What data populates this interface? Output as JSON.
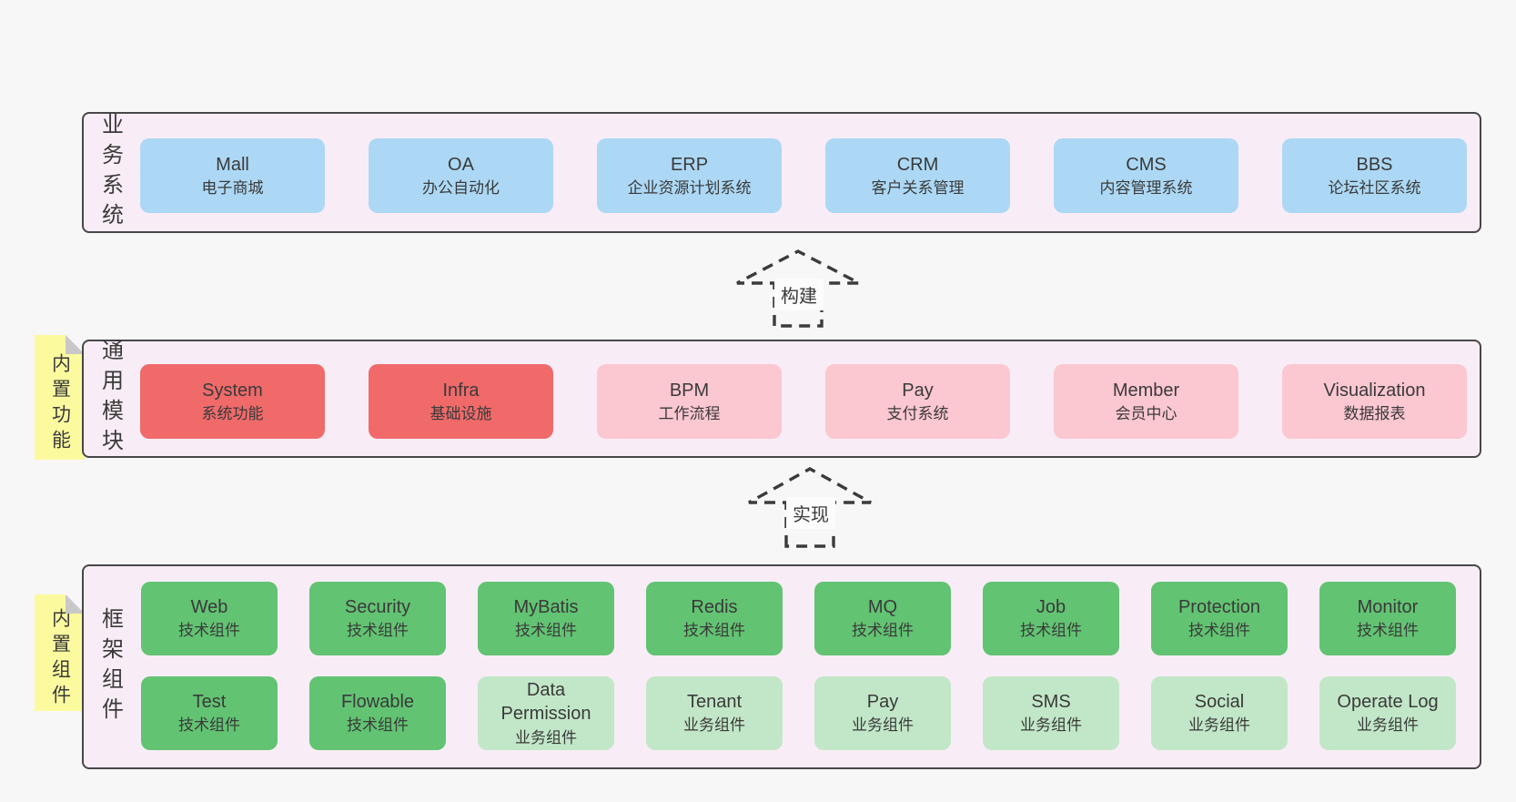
{
  "colors": {
    "page_background": "#f7f7f7",
    "layer_fill": "#f8edf6",
    "layer_border": "#474747",
    "box_blue": "#acd8f5",
    "box_red": "#f06a6a",
    "box_pink": "#fbc7d1",
    "box_green": "#62c372",
    "box_green_light": "#c2e7c8",
    "note_yellow": "#fcfa9f",
    "note_fold_gray": "#c8c8c8",
    "text_dark": "#3a3a3a"
  },
  "arrows": [
    {
      "label": "构建"
    },
    {
      "label": "实现"
    }
  ],
  "layers": [
    {
      "label": "业务系统",
      "boxes": [
        {
          "en": "Mall",
          "zh": "电子商城"
        },
        {
          "en": "OA",
          "zh": "办公自动化"
        },
        {
          "en": "ERP",
          "zh": "企业资源计划系统"
        },
        {
          "en": "CRM",
          "zh": "客户关系管理"
        },
        {
          "en": "CMS",
          "zh": "内容管理系统"
        },
        {
          "en": "BBS",
          "zh": "论坛社区系统"
        }
      ]
    },
    {
      "label": "通用模块",
      "note": "内置功能",
      "boxes": [
        {
          "en": "System",
          "zh": "系统功能"
        },
        {
          "en": "Infra",
          "zh": "基础设施"
        },
        {
          "en": "BPM",
          "zh": "工作流程"
        },
        {
          "en": "Pay",
          "zh": "支付系统"
        },
        {
          "en": "Member",
          "zh": "会员中心"
        },
        {
          "en": "Visualization",
          "zh": "数据报表"
        }
      ]
    },
    {
      "label": "框架组件",
      "note": "内置组件",
      "rows": [
        [
          {
            "en": "Web",
            "zh": "技术组件"
          },
          {
            "en": "Security",
            "zh": "技术组件"
          },
          {
            "en": "MyBatis",
            "zh": "技术组件"
          },
          {
            "en": "Redis",
            "zh": "技术组件"
          },
          {
            "en": "MQ",
            "zh": "技术组件"
          },
          {
            "en": "Job",
            "zh": "技术组件"
          },
          {
            "en": "Protection",
            "zh": "技术组件"
          },
          {
            "en": "Monitor",
            "zh": "技术组件"
          }
        ],
        [
          {
            "en": "Test",
            "zh": "技术组件"
          },
          {
            "en": "Flowable",
            "zh": "技术组件"
          },
          {
            "en": "Data Permission",
            "zh": "业务组件"
          },
          {
            "en": "Tenant",
            "zh": "业务组件"
          },
          {
            "en": "Pay",
            "zh": "业务组件"
          },
          {
            "en": "SMS",
            "zh": "业务组件"
          },
          {
            "en": "Social",
            "zh": "业务组件"
          },
          {
            "en": "Operate Log",
            "zh": "业务组件"
          }
        ]
      ]
    }
  ]
}
